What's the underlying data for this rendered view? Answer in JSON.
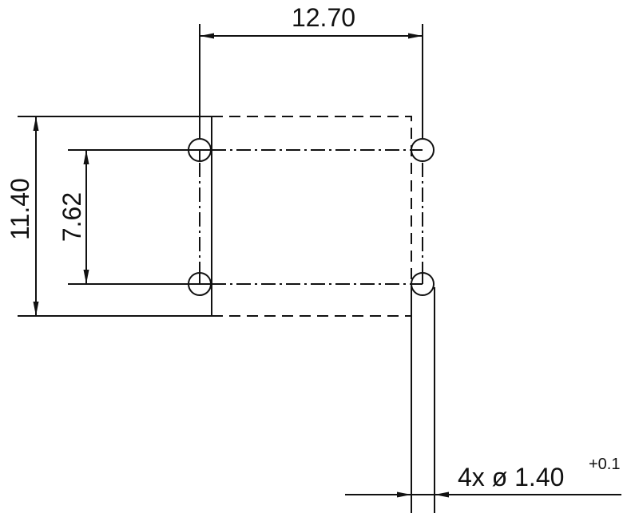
{
  "dimensions": {
    "hole_spacing_horizontal": "12.70",
    "body_height": "11.40",
    "hole_spacing_vertical": "7.62",
    "hole_callout": "4x ø 1.40",
    "hole_tolerance": "+0.1"
  },
  "colors": {
    "line": "#111111",
    "background": "#ffffff"
  }
}
